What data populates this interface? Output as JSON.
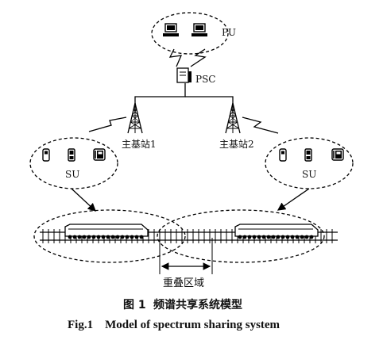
{
  "diagram": {
    "pu_label": "PU",
    "psc_label": "PSC",
    "bs1_label": "主基站1",
    "bs2_label": "主基站2",
    "su_left_label": "SU",
    "su_right_label": "SU",
    "overlap_label": "重叠区域"
  },
  "caption": {
    "cn_number": "图 1",
    "cn_title": "频谱共享系统模型",
    "en": "Fig.1    Model of spectrum sharing system"
  }
}
